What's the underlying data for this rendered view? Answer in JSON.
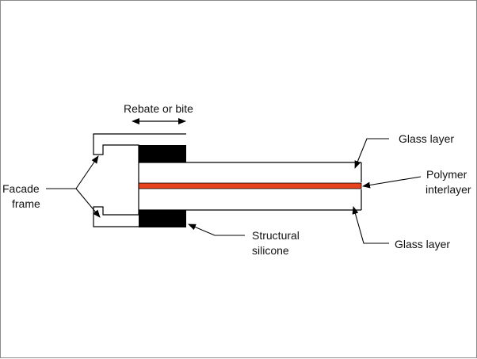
{
  "labels": {
    "rebate": "Rebate or bite",
    "glass_top": "Glass layer",
    "polymer_line1": "Polymer",
    "polymer_line2": "interlayer",
    "facade_line1": "Facade",
    "facade_line2": "frame",
    "silicone_line1": "Structural",
    "silicone_line2": "silicone",
    "glass_bottom": "Glass layer"
  },
  "colors": {
    "interlayer": "#e8431c",
    "silicone": "#000000",
    "outline": "#000000",
    "background": "#ffffff"
  }
}
